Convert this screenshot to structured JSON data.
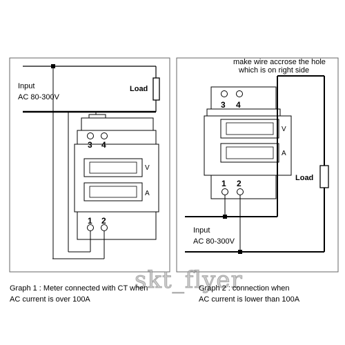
{
  "graph1": {
    "input_label": "Input",
    "voltage_label": "AC 80-300V",
    "load_label": "Load",
    "terminal_3": "3",
    "terminal_4": "4",
    "terminal_1": "1",
    "terminal_2": "2",
    "unit_v": "V",
    "unit_a": "A",
    "caption_line1": "Graph 1 : Meter connected with CT when",
    "caption_line2": "AC current is over 100A"
  },
  "graph2": {
    "note_line1": "make wire accrose the hole",
    "note_line2": "which is on right side",
    "input_label": "Input",
    "voltage_label": "AC 80-300V",
    "load_label": "Load",
    "terminal_3": "3",
    "terminal_4": "4",
    "terminal_1": "1",
    "terminal_2": "2",
    "unit_v": "V",
    "unit_a": "A",
    "caption_line1": "Graph 2 : connection when",
    "caption_line2": "AC current is lower than 100A"
  },
  "watermark": "skt_flyer"
}
